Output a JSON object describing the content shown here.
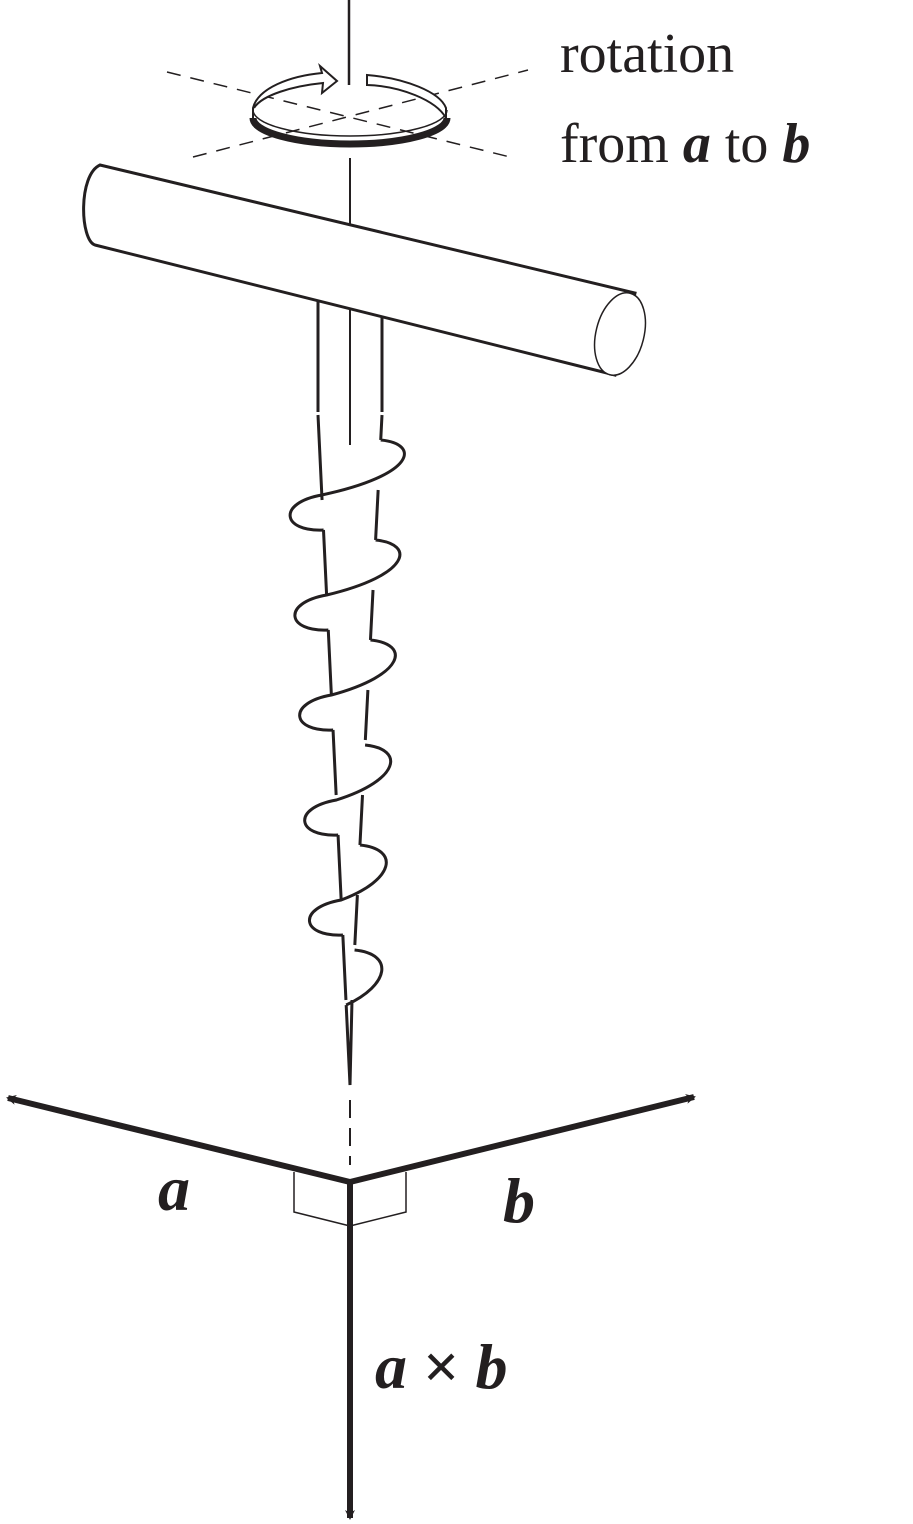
{
  "labels": {
    "rotation_line1": "rotation",
    "rotation_line2_prefix": "from ",
    "rotation_a": "a",
    "rotation_to": " to ",
    "rotation_b": "b",
    "vector_a": "a",
    "vector_b": "b",
    "cross_a": "a",
    "cross_times": " × ",
    "cross_b": "b"
  },
  "colors": {
    "ink": "#231f20",
    "background": "#ffffff"
  }
}
